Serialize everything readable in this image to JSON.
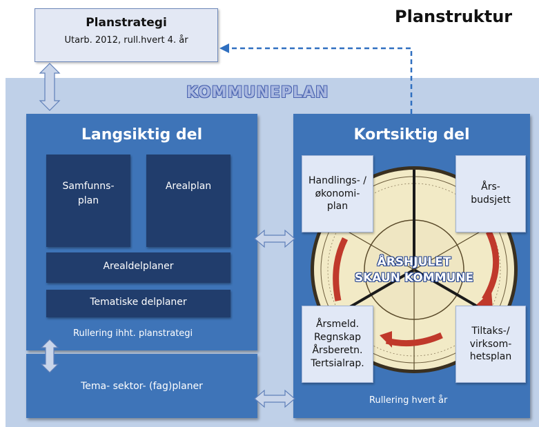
{
  "title": "Planstruktur",
  "planstrategi": {
    "name": "Planstrategi",
    "detail": "Utarb. 2012, rull.hvert 4. år"
  },
  "kommuneplan": "KOMMUNEPLAN",
  "langsiktig": {
    "heading": "Langsiktig del",
    "samfunnsplan": "Samfunns-\nplan",
    "arealplan": "Arealplan",
    "arealdelplaner": "Arealdelplaner",
    "tematiske": "Tematiske delplaner",
    "rullering": "Rullering ihht. planstrategi"
  },
  "tema": "Tema- sektor- (fag)planer",
  "kortsiktig": {
    "heading": "Kortsiktig  del",
    "handlings": "Handlings- /\nøkonomi-\nplan",
    "arsbudsjett": "Års-\nbudsjett",
    "arsmeld": "Årsmeld.\nRegnskap\nÅrsberetn.\nTertsialrap.",
    "tiltaks": "Tiltaks-/\nvirksom-\nhetsplan",
    "wheel_line1": "ÅRSHJULET",
    "wheel_line2": "SKAUN KOMMUNE",
    "rullering": "Rullering hvert år"
  },
  "colors": {
    "panel": "#3e74b8",
    "dark_box": "#213d6c",
    "background": "#bfd0e8",
    "light_box": "#e1e8f6",
    "dashed_arrow": "#2f6fc0"
  }
}
